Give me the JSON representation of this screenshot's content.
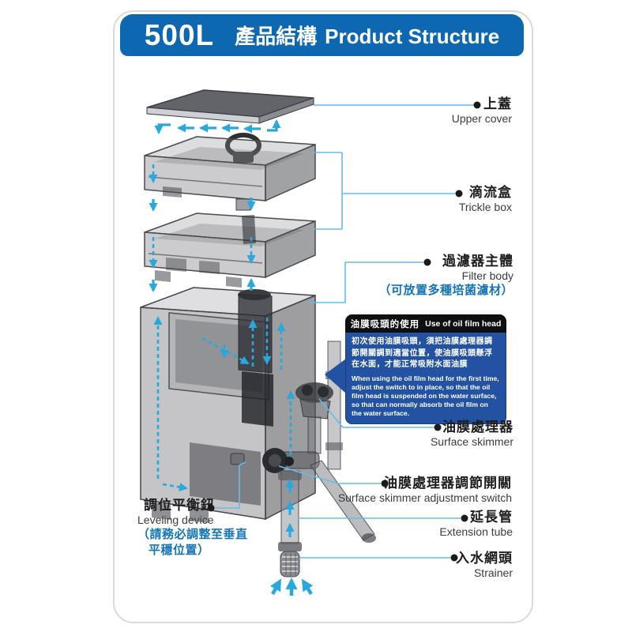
{
  "header": {
    "model": "500L",
    "title_zh": "產品結構",
    "title_en": "Product Structure"
  },
  "labels": {
    "upper_cover": {
      "zh": "上蓋",
      "en": "Upper cover"
    },
    "trickle_box": {
      "zh": "滴流盒",
      "en": "Trickle box"
    },
    "filter_body": {
      "zh": "過濾器主體",
      "en": "Filter body",
      "note_zh": "（可放置多種培菌濾材）"
    },
    "surface_skimmer": {
      "zh": "油膜處理器",
      "en": "Surface skimmer"
    },
    "adjustment_switch": {
      "zh": "油膜處理器調節開關",
      "en": "Surface skimmer adjustment switch"
    },
    "extension_tube": {
      "zh": "延長管",
      "en": "Extension tube"
    },
    "strainer": {
      "zh": "入水網頭",
      "en": "Strainer"
    },
    "leveling_device": {
      "zh": "調位平衡鈕",
      "en": "Leveling device",
      "note_zh_line1": "（請務必調整至垂直",
      "note_zh_line2": "平穩位置）"
    }
  },
  "info_box": {
    "title_zh": "油膜吸頭的使用",
    "title_en": "Use of oil film head",
    "body_zh": "初次使用油膜吸頭，須把油膜處理器調節開關調到適當位置，使油膜吸頭懸浮在水面，才能正常吸附水面油膜",
    "body_en": "When using the oil film head for the first time, adjust the switch to in place, so that the oil film head is suspended on the water surface, so that can normally absorb the oil film on the water surface."
  },
  "colors": {
    "header_blue": "#0d67b1",
    "info_box_blue": "#2452a3",
    "info_box_titlebar": "#0f0f12",
    "callout_line_blue": "#66bce8",
    "flow_arrow_cyan": "#29a8e0",
    "note_text_blue": "#1573ba",
    "card_border": "#d9dadc"
  }
}
